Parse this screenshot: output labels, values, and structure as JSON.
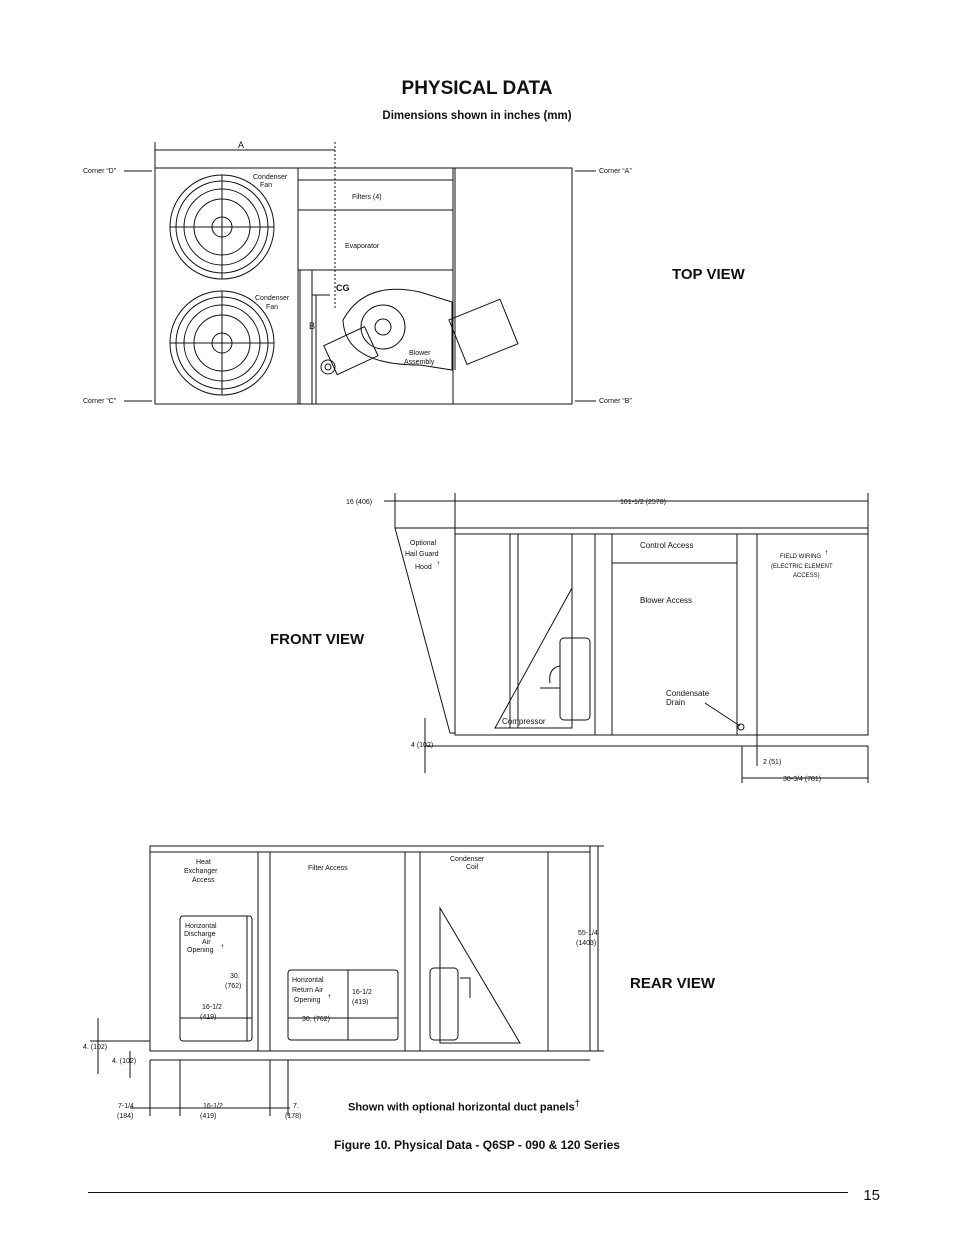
{
  "header": {
    "title": "PHYSICAL DATA",
    "subtitle": "Dimensions shown in inches (mm)"
  },
  "top_view": {
    "label": "TOP VIEW",
    "dim_a": "A",
    "dim_b": "B",
    "cg": "CG",
    "corner_d": "Corner “D”",
    "corner_a": "Corner “A”",
    "corner_c": "Corner “C”",
    "corner_b": "Corner “B”",
    "condenser_fan_line1": "Condenser",
    "condenser_fan_line2": "Fan",
    "filters": "Filters (4)",
    "evaporator": "Evaporator",
    "blower_line1": "Blower",
    "blower_line2": "Assembly"
  },
  "front_view": {
    "label": "FRONT VIEW",
    "dim_hood": "16 (406)",
    "dim_length": "101-1/2 (2578)",
    "dim_base": "4  (102)",
    "dim_drain": "2  (51)",
    "dim_width": "30-3/4 (781)",
    "hood_line1": "Optional",
    "hood_line2": "Hail Guard",
    "hood_line3": "Hood",
    "control_access": "Control Access",
    "blower_access": "Blower Access",
    "condensate_line1": "Condensate",
    "condensate_line2": "Drain",
    "compressor": "Compressor",
    "field_wiring_line1": "FIELD WIRING",
    "field_wiring_line2": "(ELECTRIC ELEMENT",
    "field_wiring_line3": "ACCESS)",
    "dagger": "†"
  },
  "rear_view": {
    "label": "REAR VIEW",
    "heat_exchanger_line1": "Heat",
    "heat_exchanger_line2": "Exchanger",
    "heat_exchanger_line3": "Access",
    "filter_access": "Filter Access",
    "condenser_coil_line1": "Condenser",
    "condenser_coil_line2": "Coil",
    "discharge_line1": "Horizontal",
    "discharge_line2": "Discharge",
    "discharge_line3": "Air",
    "discharge_line4": "Opening",
    "return_line1": "Horizontal",
    "return_line2": "Return Air",
    "return_line3": "Opening",
    "dim_30_line1": "30.",
    "dim_30_line2": "(762)",
    "dim_16_line1": "16-1/2",
    "dim_16_line2": "(419)",
    "dim_30_horiz": "30. (762)",
    "dim_return_h_line1": "16-1/2",
    "dim_return_h_line2": "(419)",
    "dim_height_line1": "55-1/4",
    "dim_height_line2": "(1403)",
    "dim_4_left": "4. (102)",
    "dim_4_inner": "4. (102)",
    "dim_7q_line1": "7-1/4",
    "dim_7q_line2": "(184)",
    "dim_16b_line1": "16-1/2",
    "dim_16b_line2": "(419)",
    "dim_7_line1": "7.",
    "dim_7_line2": "(178)",
    "dagger": "†"
  },
  "notes": {
    "duct_panels": "Shown with optional horizontal duct panels",
    "dagger": "†"
  },
  "caption": "Figure 10. Physical Data - Q6SP - 090 & 120 Series",
  "page_number": "15"
}
